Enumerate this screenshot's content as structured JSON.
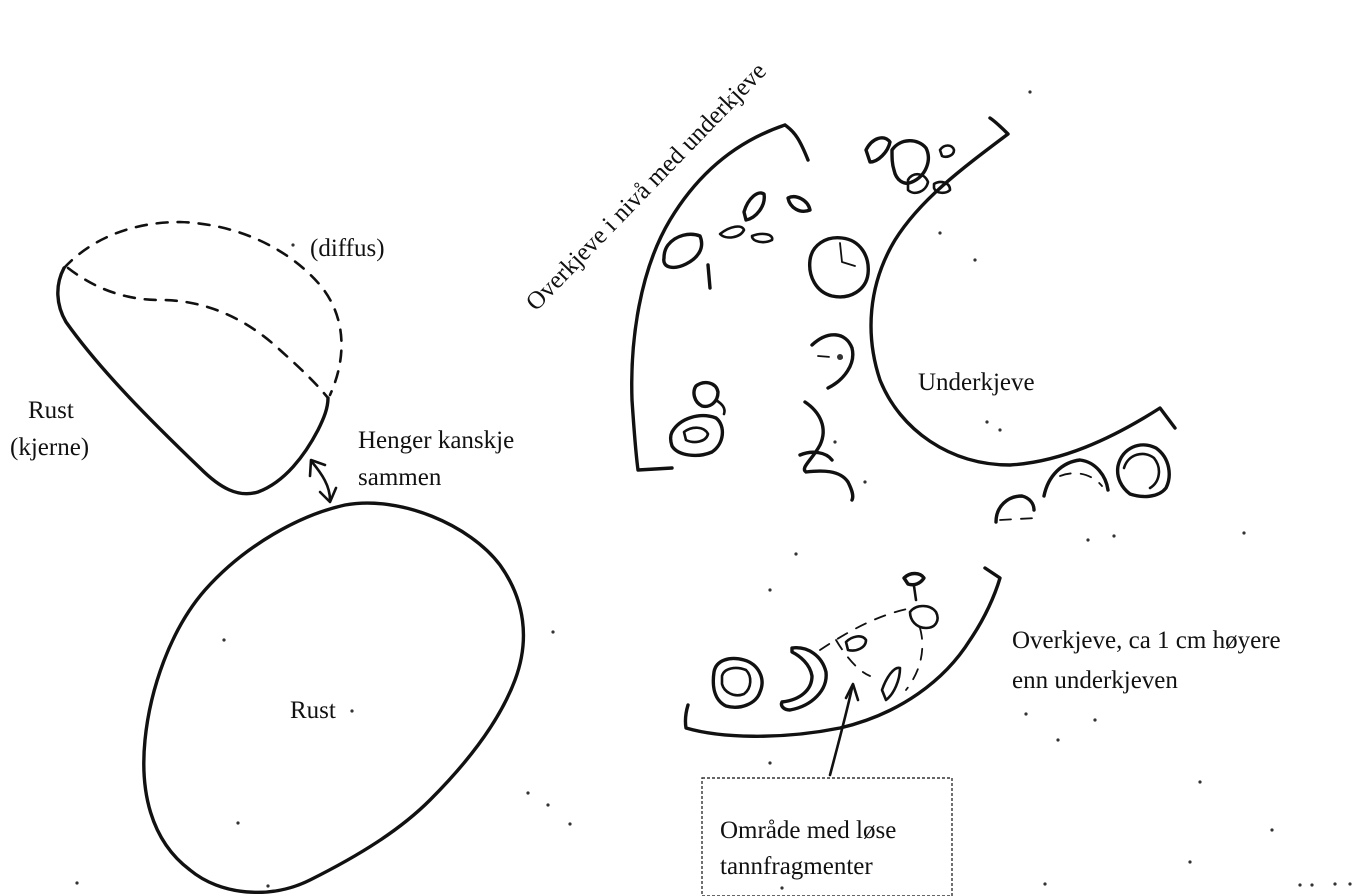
{
  "labels": {
    "diffus": "(diffus)",
    "rust_kjerne_1": "Rust",
    "rust_kjerne_2": "(kjerne)",
    "henger_1": "Henger kanskje",
    "henger_2": "sammen",
    "rust": "Rust",
    "overkjeve_niva": "Overkjeve i nivå med underkjeve",
    "underkjeve": "Underkjeve",
    "overkjeve_hoyere_1": "Overkjeve, ca 1 cm høyere",
    "overkjeve_hoyere_2": "enn underkjeven",
    "omrade_1": "Område med løse",
    "omrade_2": "tannfragmenter"
  },
  "colors": {
    "ink": "#111111",
    "background": "#ffffff"
  }
}
